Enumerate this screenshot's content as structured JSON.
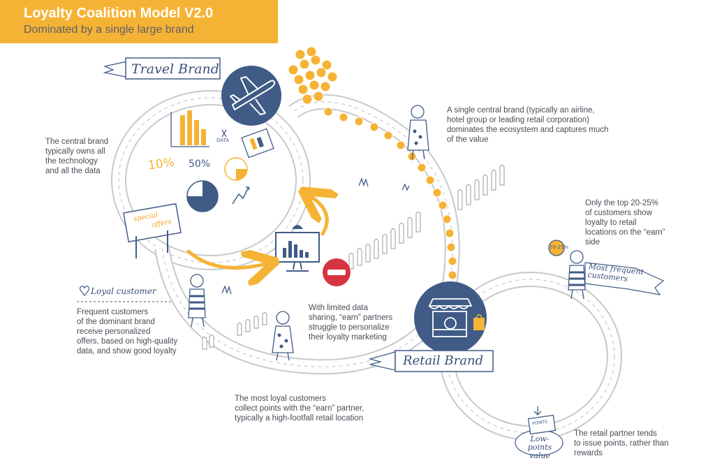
{
  "header": {
    "title": "Loyalty Coalition Model V2.0",
    "subtitle": "Dominated by a single large brand"
  },
  "labels": {
    "travel_brand": "Travel Brand",
    "retail_brand": "Retail Brand",
    "loyal_customer": "Loyal customer",
    "most_frequent_line1": "Most frequent",
    "most_frequent_line2": "customers",
    "low_points_line1": "Low-points",
    "low_points_line2": "value",
    "special_line1": "special",
    "special_line2": "offers",
    "percent_10": "10%",
    "percent_50": "50%",
    "data": "DATA",
    "tag_2025": "20-25%",
    "points": "POINTS"
  },
  "notes": {
    "central_brand": [
      "A single central brand (typically an airline,",
      "hotel group or leading retail corporation)",
      "dominates the ecosystem and captures much",
      "of the value"
    ],
    "owns_tech": [
      "The central brand",
      "typically owns all",
      "the technology",
      "and all the data"
    ],
    "top_customers": [
      "Only the top 20-25%",
      "of customers show",
      "loyalty to retail",
      "locations on the “earn”",
      "side"
    ],
    "frequent": [
      "Frequent customers",
      "of the dominant brand",
      "receive personalized",
      "offers, based on high-quality",
      "data, and show good loyalty"
    ],
    "limited_data": [
      "With limited data",
      "sharing, “earn” partners",
      "struggle to personalize",
      "their loyalty marketing"
    ],
    "most_loyal": [
      "The most loyal customers",
      "collect points with the “earn” partner,",
      "typically a high-footfall retail location"
    ],
    "retail_partner": [
      "The retail partner tends",
      "to issue points, rather than",
      "rewards"
    ]
  },
  "colors": {
    "accent": "#f5b335",
    "navy": "#3f5b86",
    "road": "#c9c9cc",
    "block": "#d63440",
    "text": "#4b4b58"
  },
  "icons": [
    "airplane-icon",
    "shop-icon",
    "shopping-bag-icon",
    "monitor-icon",
    "no-entry-icon",
    "coin-icon",
    "bar-chart-icon",
    "pie-chart-icon",
    "heart-icon"
  ]
}
